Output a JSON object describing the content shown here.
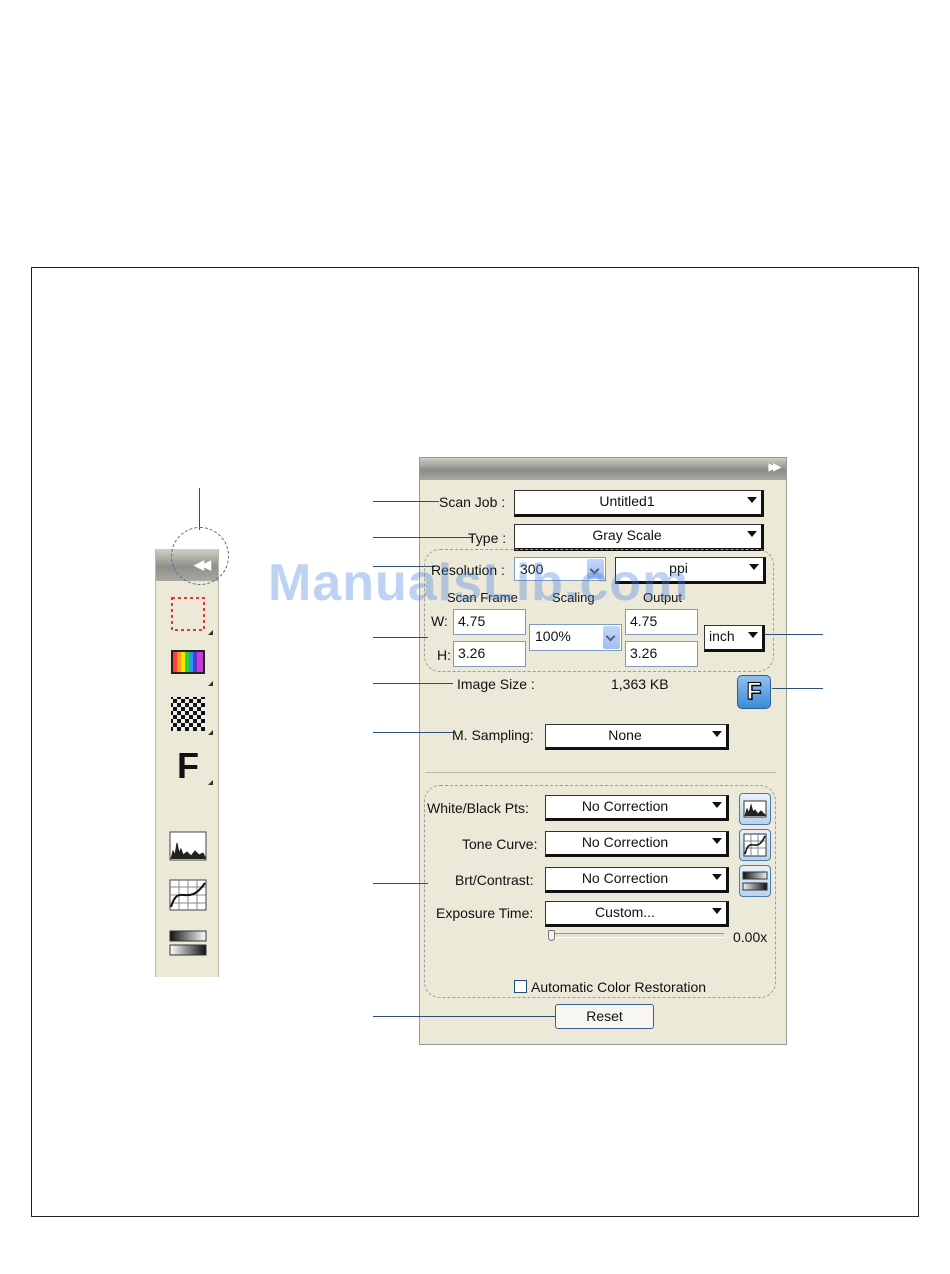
{
  "watermark": "ManualsLib.com",
  "panel": {
    "scan_job_label": "Scan Job :",
    "scan_job_value": "Untitled1",
    "type_label": "Type :",
    "type_value": "Gray Scale",
    "resolution_label": "Resolution :",
    "resolution_value": "300",
    "resolution_unit": "ppi",
    "scan_frame_label": "Scan Frame",
    "scaling_label": "Scaling",
    "output_label": "Output",
    "w_label": "W:",
    "h_label": "H:",
    "frame_w": "4.75",
    "frame_h": "3.26",
    "scaling_value": "100%",
    "output_w": "4.75",
    "output_h": "3.26",
    "unit_value": "inch",
    "image_size_label": "Image Size :",
    "image_size_value": "1,363 KB",
    "f_button_label": "F",
    "m_sampling_label": "M. Sampling:",
    "m_sampling_value": "None",
    "white_black_label": "White/Black Pts:",
    "white_black_value": "No Correction",
    "tone_curve_label": "Tone Curve:",
    "tone_curve_value": "No Correction",
    "brt_contrast_label": "Brt/Contrast:",
    "brt_contrast_value": "No Correction",
    "exposure_label": "Exposure Time:",
    "exposure_value": "Custom...",
    "exposure_readout": "0.00x",
    "exposure_level": 0.0,
    "auto_color_label": "Automatic Color Restoration",
    "auto_color_checked": false,
    "reset_label": "Reset"
  },
  "toolbar": {
    "icons": [
      "marquee-icon",
      "color-bars-icon",
      "checker-icon",
      "f-icon",
      "histogram-icon",
      "tone-curve-icon",
      "brightness-contrast-icon"
    ],
    "f_glyph": "F"
  },
  "colors": {
    "panel_bg": "#ece9d8",
    "leader_line": "#2c4f7a",
    "watermark": "#4682dc",
    "f_button": "#3d8ad6"
  }
}
